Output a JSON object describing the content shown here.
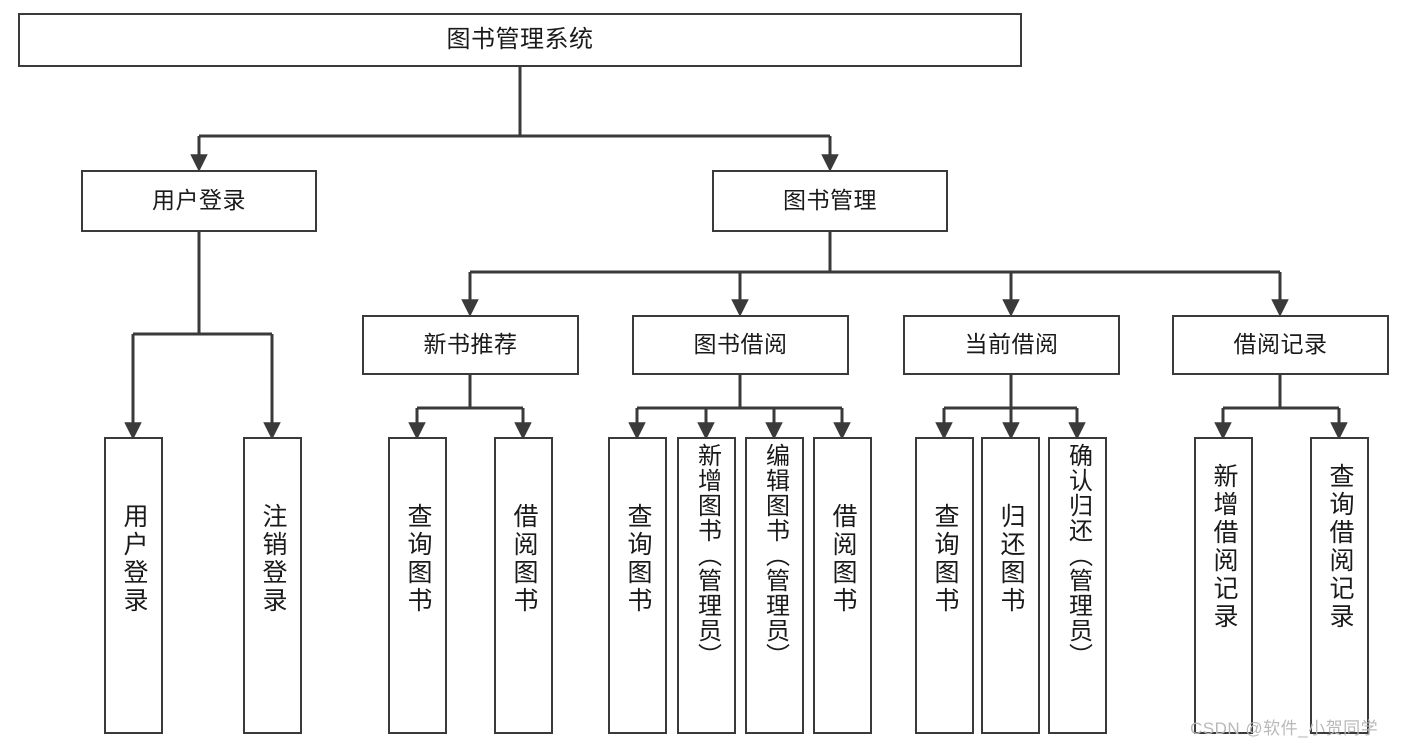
{
  "diagram": {
    "title": "图书管理系统",
    "type": "tree-hierarchy-chart",
    "root": {
      "id": "root",
      "label": "图书管理系统"
    },
    "level2": [
      {
        "id": "user-login",
        "label": "用户登录"
      },
      {
        "id": "book-manage",
        "label": "图书管理"
      }
    ],
    "level3": [
      {
        "id": "new-book-recommend",
        "label": "新书推荐"
      },
      {
        "id": "book-borrow",
        "label": "图书借阅"
      },
      {
        "id": "current-borrow",
        "label": "当前借阅"
      },
      {
        "id": "borrow-record",
        "label": "借阅记录"
      }
    ],
    "leaves": {
      "user_login": [
        {
          "id": "leaf-user-login",
          "label": "用户登录"
        },
        {
          "id": "leaf-logout-login",
          "label": "注销登录"
        }
      ],
      "new_book_recommend": [
        {
          "id": "leaf-query-book-1",
          "label": "查询图书"
        },
        {
          "id": "leaf-borrow-book-1",
          "label": "借阅图书"
        }
      ],
      "book_borrow": [
        {
          "id": "leaf-query-book-2",
          "label": "查询图书"
        },
        {
          "id": "leaf-add-book",
          "label": "新增图书（管理员）"
        },
        {
          "id": "leaf-edit-book",
          "label": "编辑图书（管理员）"
        },
        {
          "id": "leaf-borrow-book-2",
          "label": "借阅图书"
        }
      ],
      "current_borrow": [
        {
          "id": "leaf-query-book-3",
          "label": "查询图书"
        },
        {
          "id": "leaf-return-book",
          "label": "归还图书"
        },
        {
          "id": "leaf-confirm-return",
          "label": "确认归还（管理员）"
        }
      ],
      "borrow_record": [
        {
          "id": "leaf-add-record",
          "label": "新增借阅记录"
        },
        {
          "id": "leaf-query-record",
          "label": "查询借阅记录"
        }
      ]
    }
  },
  "watermark": {
    "text": "CSDN @软件_小贺同学"
  },
  "colors": {
    "stroke": "#3a3a3a",
    "fill": "#ffffff",
    "text": "#1a1a1a",
    "watermark": "#b9b9b9"
  }
}
